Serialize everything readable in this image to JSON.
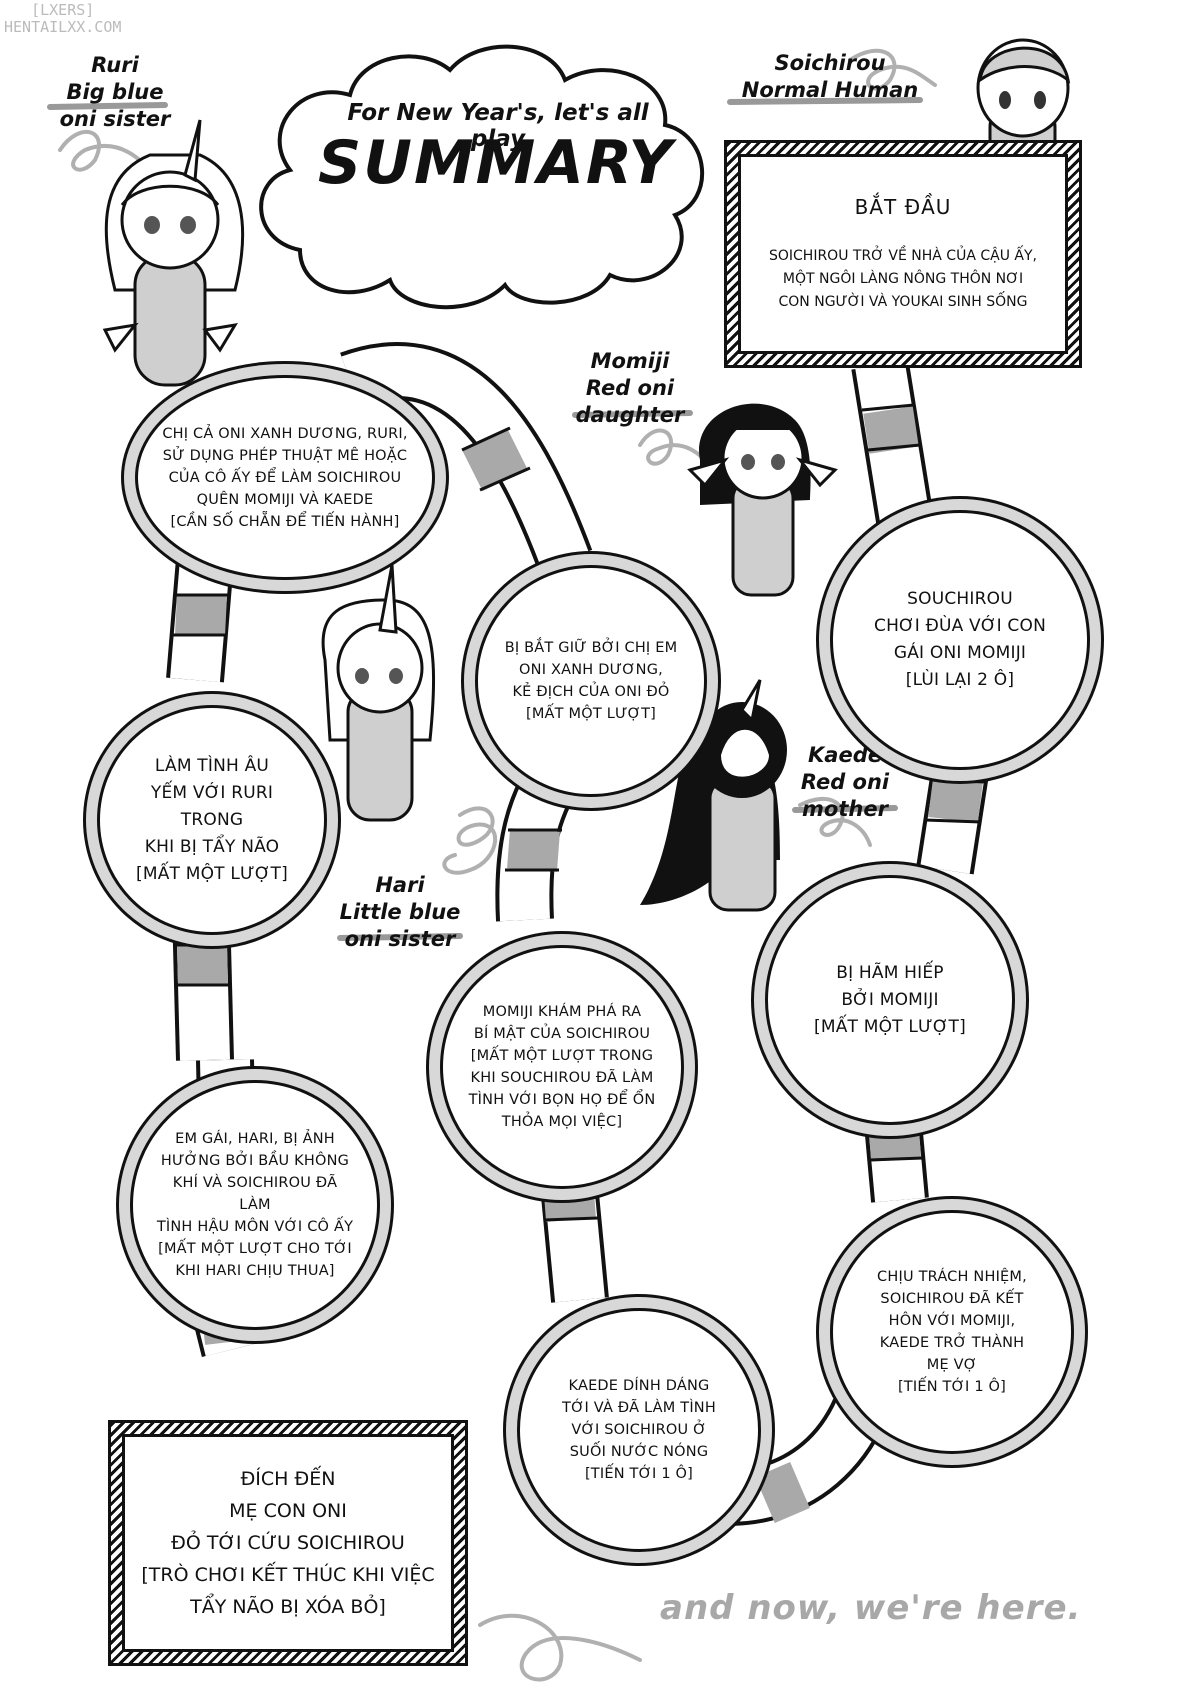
{
  "watermark": [
    "[LXERS]",
    "HENTAILXX.COM"
  ],
  "title": {
    "line1": "For New Year's, let's all play",
    "line2": "SUMMARY"
  },
  "characters": {
    "ruri": [
      "Ruri",
      "Big blue",
      "oni sister"
    ],
    "soichirou": [
      "Soichirou",
      "Normal Human"
    ],
    "momiji": [
      "Momiji",
      "Red oni",
      "daughter"
    ],
    "kaede": [
      "Kaede",
      "Red oni",
      "mother"
    ],
    "hari": [
      "Hari",
      "Little blue",
      "oni sister"
    ]
  },
  "start": {
    "title": "BẮT ĐẦU",
    "lines": [
      "SOICHIROU TRỞ VỀ NHÀ CỦA CẬU ẤY,",
      "MỘT NGÔI LÀNG NÔNG THÔN NƠI",
      "CON NGƯỜI VÀ YOUKAI SINH SỐNG"
    ]
  },
  "spaces": {
    "s1": [
      "SOUCHIROU",
      "CHƠI ĐÙA VỚI CON",
      "GÁI ONI MOMIJI",
      "[LÙI LẠI 2 Ô]"
    ],
    "s2": [
      "BỊ HÃM HIẾP",
      "BỞI MOMIJI",
      "[MẤT MỘT LƯỢT]"
    ],
    "s3": [
      "CHỊU TRÁCH NHIỆM,",
      "SOICHIROU ĐÃ KẾT",
      "HÔN VỚI MOMIJI,",
      "KAEDE TRỞ THÀNH",
      "MẸ VỢ",
      "[TIẾN TỚI 1 Ô]"
    ],
    "s4": [
      "KAEDE DÍNH DÁNG",
      "TỚI VÀ ĐÃ LÀM TÌNH",
      "VỚI SOICHIROU Ở",
      "SUỐI NƯỚC NÓNG",
      "[TIẾN TỚI 1 Ô]"
    ],
    "s5": [
      "MOMIJI KHÁM PHÁ RA",
      "BÍ MẬT CỦA SOICHIROU",
      "[MẤT MỘT LƯỢT TRONG",
      "KHI SOUCHIROU ĐÃ LÀM",
      "TÌNH VỚI BỌN HỌ ĐỂ ỔN",
      "THỎA MỌI VIỆC]"
    ],
    "s6": [
      "BỊ BẮT GIỮ BỞI CHỊ EM",
      "ONI XANH DƯƠNG,",
      "KẺ ĐỊCH CỦA ONI ĐỎ",
      "[MẤT MỘT LƯỢT]"
    ],
    "s7": [
      "CHỊ CẢ ONI XANH DƯƠNG, RURI,",
      "SỬ DỤNG PHÉP THUẬT MÊ HOẶC",
      "CỦA CÔ ẤY ĐỂ LÀM SOICHIROU",
      "QUÊN MOMIJI VÀ KAEDE",
      "[CẦN SỐ CHẴN ĐỂ TIẾN HÀNH]"
    ],
    "s8": [
      "LÀM TÌNH ÂU",
      "YẾM VỚI RURI TRONG",
      "KHI BỊ TẨY NÃO",
      "[MẤT MỘT LƯỢT]"
    ],
    "s9": [
      "EM GÁI, HARI, BỊ ẢNH",
      "HƯỞNG BỞI BẦU KHÔNG",
      "KHÍ VÀ SOICHIROU ĐÃ LÀM",
      "TÌNH HẬU MÔN VỚI CÔ ẤY",
      "[MẤT MỘT LƯỢT CHO TỚI",
      "KHI HARI CHỊU THUA]"
    ]
  },
  "goal": {
    "lines": [
      "ĐÍCH ĐẾN",
      "MẸ CON ONI",
      "ĐỎ TỚI CỨU SOICHIROU",
      "[TRÒ CHƠI KẾT THÚC KHI VIỆC",
      "TẨY NÃO BỊ XÓA BỎ]"
    ]
  },
  "footer": "and now, we're here.",
  "colors": {
    "ink": "#111111",
    "gray": "#d8d8d8",
    "path_gray": "#a9a9a9",
    "figure_gray": "#cfcfcf"
  }
}
